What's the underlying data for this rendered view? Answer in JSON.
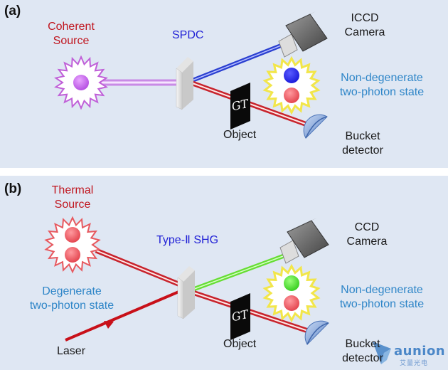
{
  "panel_a": {
    "tag": "(a)",
    "source_label": [
      "Coherent",
      "Source"
    ],
    "crystal_label": "SPDC",
    "camera_label": [
      "ICCD",
      "Camera"
    ],
    "state_label": [
      "Non-degenerate",
      "two-photon state"
    ],
    "object_label": "Object",
    "object_mark": "GT",
    "detector_label": [
      "Bucket",
      "detector"
    ]
  },
  "panel_b": {
    "tag": "(b)",
    "source_label": [
      "Thermal",
      "Source"
    ],
    "crystal_label": "Type-Ⅱ SHG",
    "camera_label": [
      "CCD",
      "Camera"
    ],
    "state_label_right": [
      "Non-degenerate",
      "two-photon state"
    ],
    "state_label_left": [
      "Degenerate",
      "two-photon state"
    ],
    "laser_label": "Laser",
    "object_label": "Object",
    "object_mark": "GT",
    "detector_label": [
      "Bucket",
      "detector"
    ]
  },
  "watermark": {
    "brand": "aunion",
    "sub": "艾量光电"
  },
  "colors": {
    "panel_bg": "#dfe7f3",
    "red_beam": "#c8232c",
    "blue_beam": "#2a3fd0",
    "green_beam": "#66dd33",
    "violet_beam": "#c98be6",
    "laser": "#c81019"
  }
}
